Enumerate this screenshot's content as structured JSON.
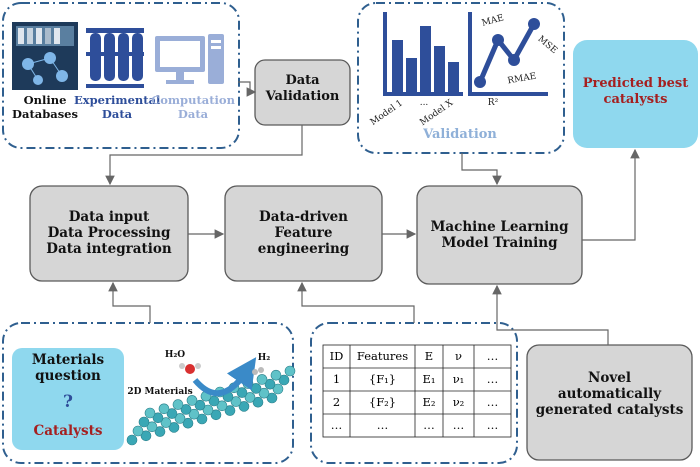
{
  "sources": {
    "online": "Online\nDatabases",
    "experimental": "Experimental\nData",
    "computation": "Computation\nData"
  },
  "validation_box": "Data\nValidation",
  "validation_panel": {
    "title": "Validation",
    "model1": "Model 1",
    "dots": "...",
    "modelx": "Model X",
    "metrics": [
      "MAE",
      "MSE",
      "RMAE",
      "R²"
    ]
  },
  "predicted": "Predicted best\ncatalysts",
  "process": {
    "input": "Data input\nData Processing\nData integration",
    "feature": "Data-driven\nFeature\nengineering",
    "ml": "Machine Learning\nModel Training"
  },
  "materials": {
    "question": "Materials\nquestion",
    "q_mark": "?",
    "catalysts": "Catalysts",
    "h2o": "H₂O",
    "h2": "H₂",
    "two_d": "2D Materials"
  },
  "table": {
    "headers": [
      "ID",
      "Features",
      "E",
      "ν",
      "…"
    ],
    "rows": [
      [
        "1",
        "{F₁}",
        "E₁",
        "ν₁",
        "…"
      ],
      [
        "2",
        "{F₂}",
        "E₂",
        "ν₂",
        "…"
      ],
      [
        "…",
        "…",
        "…",
        "…",
        "…"
      ]
    ]
  },
  "novel": "Novel\nautomatically\ngenerated catalysts",
  "colors": {
    "accent_blue": "#2e4e9a",
    "accent_red": "#a51f1f",
    "cyan": "#8fd8ee",
    "gray_box": "#d6d6d6"
  }
}
